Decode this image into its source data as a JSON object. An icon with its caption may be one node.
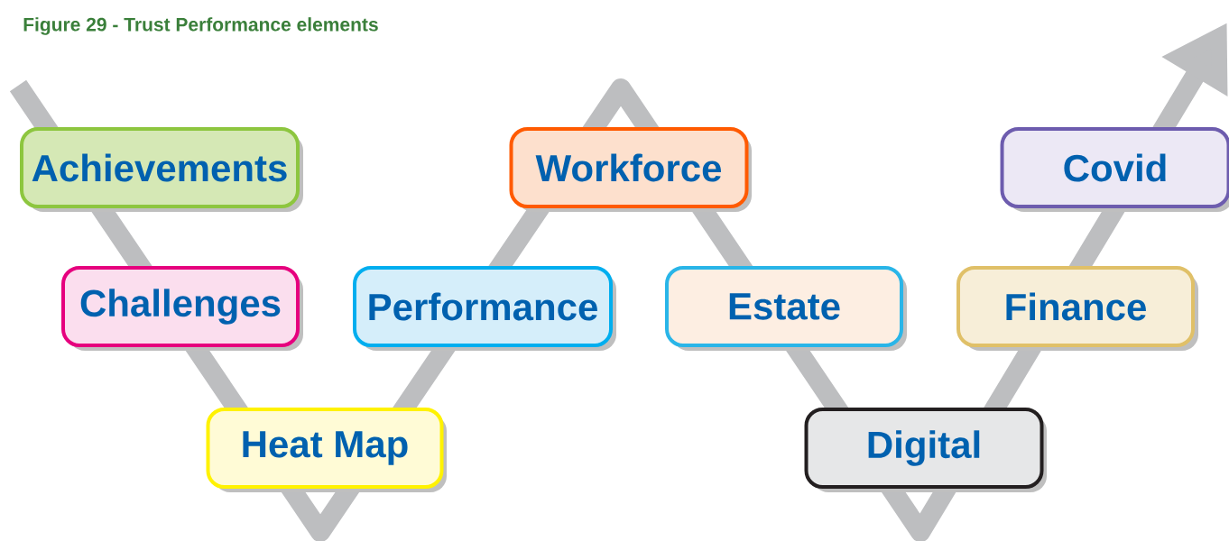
{
  "diagram": {
    "title": "Figure 29 - Trust Performance elements",
    "nodes": [
      {
        "text": [
          "Achievements"
        ]
      },
      {
        "text": [
          "Challenges"
        ]
      },
      {
        "text": [
          "Heat Map"
        ]
      },
      {
        "text": [
          "Performance"
        ]
      },
      {
        "text": [
          "Workforce"
        ]
      },
      {
        "text": [
          "Estate"
        ]
      },
      {
        "text": [
          "Digital"
        ]
      },
      {
        "text": [
          "Finance"
        ]
      },
      {
        "text": [
          "Covid"
        ]
      }
    ]
  }
}
